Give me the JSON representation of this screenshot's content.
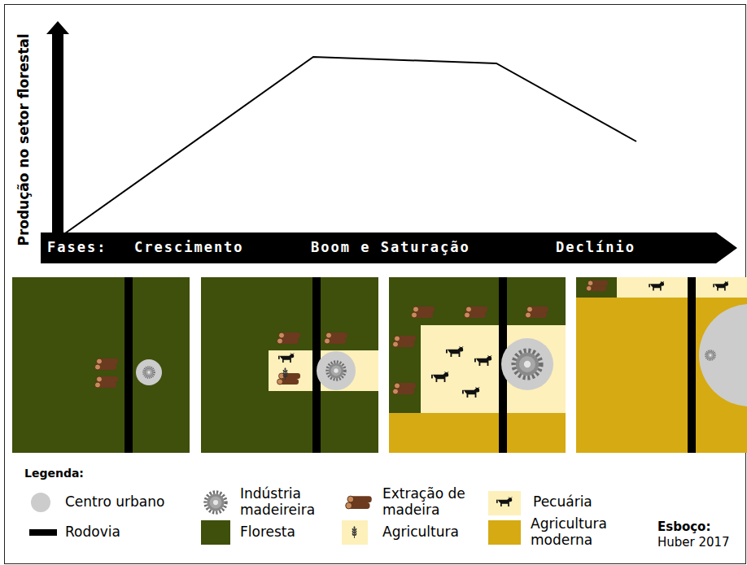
{
  "diagram": {
    "labels": [
      "Produção no setor florestal",
      "Fases:",
      "Crescimento",
      "Boom e Saturação",
      "Declínio",
      "Legenda:",
      "Esboço:",
      "Huber 2017"
    ],
    "legend": [
      {
        "text": "Centro urbano",
        "color": "#cccccc"
      },
      {
        "text": "Rodovia",
        "color": "#000000"
      },
      {
        "text": "Indústria madeireira"
      },
      {
        "text": "Floresta",
        "color": "#3f4f0c"
      },
      {
        "text": "Extração de madeira"
      },
      {
        "text": "Agricultura",
        "color": "#fdf0bb"
      },
      {
        "text": "Pecuária",
        "color": "#fdf0bb"
      },
      {
        "text": "Agricultura moderna",
        "color": "#d6aa12"
      }
    ]
  }
}
